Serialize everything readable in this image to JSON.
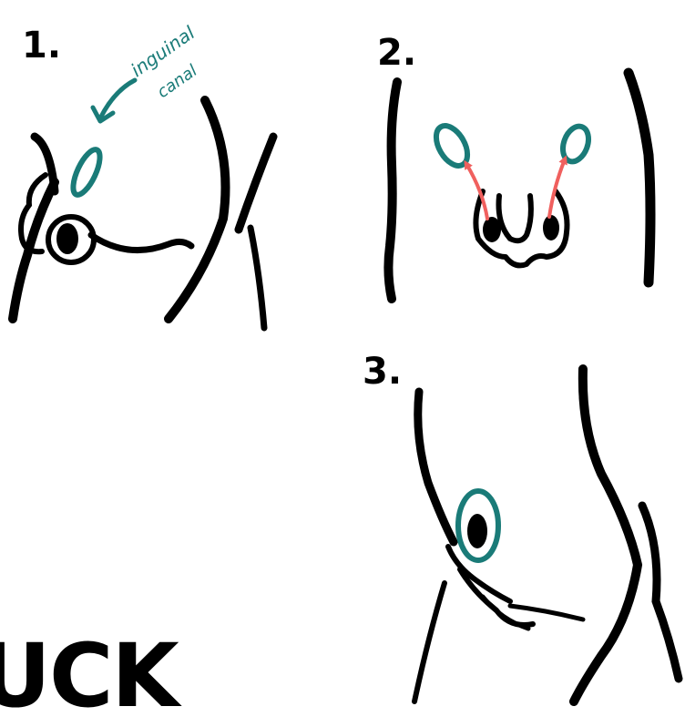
{
  "panels": [
    {
      "number": "1.",
      "annotation_line1": "inguinal",
      "annotation_line2": "canal"
    },
    {
      "number": "2."
    },
    {
      "number": "3."
    }
  ],
  "cropped_heading": "UCK",
  "colors": {
    "ink": "#000000",
    "teal": "#1a7b78",
    "arrow_red": "#f0605e",
    "background": "#ffffff"
  }
}
